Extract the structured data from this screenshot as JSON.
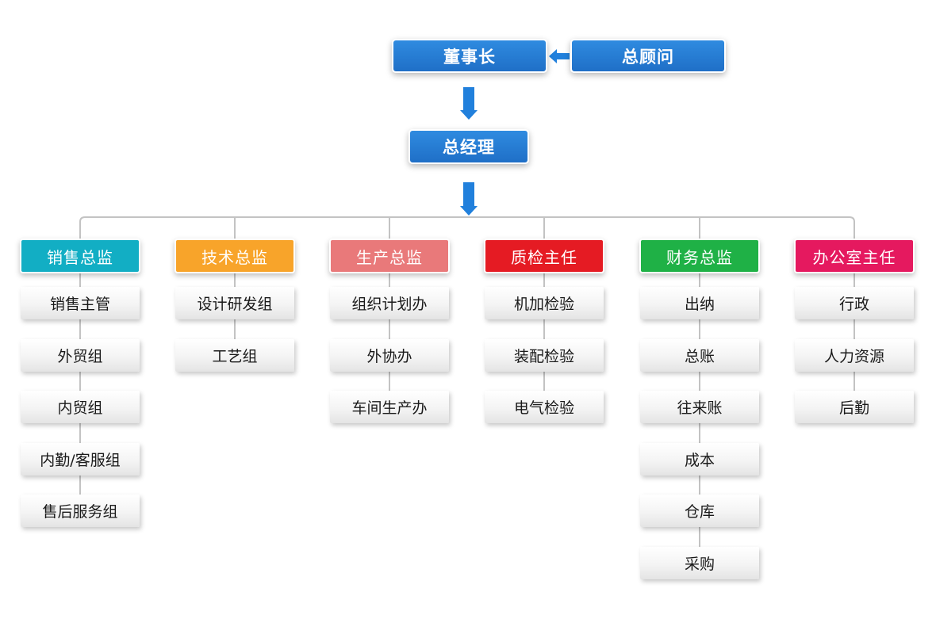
{
  "chairman": "董事长",
  "advisor": "总顾问",
  "gm": "总经理",
  "colors": {
    "top": "#2180dc",
    "line": "#c3c3c3",
    "arrow": "#2180dc"
  },
  "departments": [
    {
      "title": "销售总监",
      "color": "#12aec4",
      "items": [
        "销售主管",
        "外贸组",
        "内贸组",
        "内勤/客服组",
        "售后服务组"
      ]
    },
    {
      "title": "技术总监",
      "color": "#f8a42a",
      "items": [
        "设计研发组",
        "工艺组"
      ]
    },
    {
      "title": "生产总监",
      "color": "#e9797a",
      "items": [
        "组织计划办",
        "外协办",
        "车间生产办"
      ]
    },
    {
      "title": "质检主任",
      "color": "#e51b23",
      "items": [
        "机加检验",
        "装配检验",
        "电气检验"
      ]
    },
    {
      "title": "财务总监",
      "color": "#1fb146",
      "items": [
        "出纳",
        "总账",
        "往来账",
        "成本",
        "仓库",
        "采购"
      ]
    },
    {
      "title": "办公室主任",
      "color": "#e5195f",
      "items": [
        "行政",
        "人力资源",
        "后勤"
      ]
    }
  ]
}
